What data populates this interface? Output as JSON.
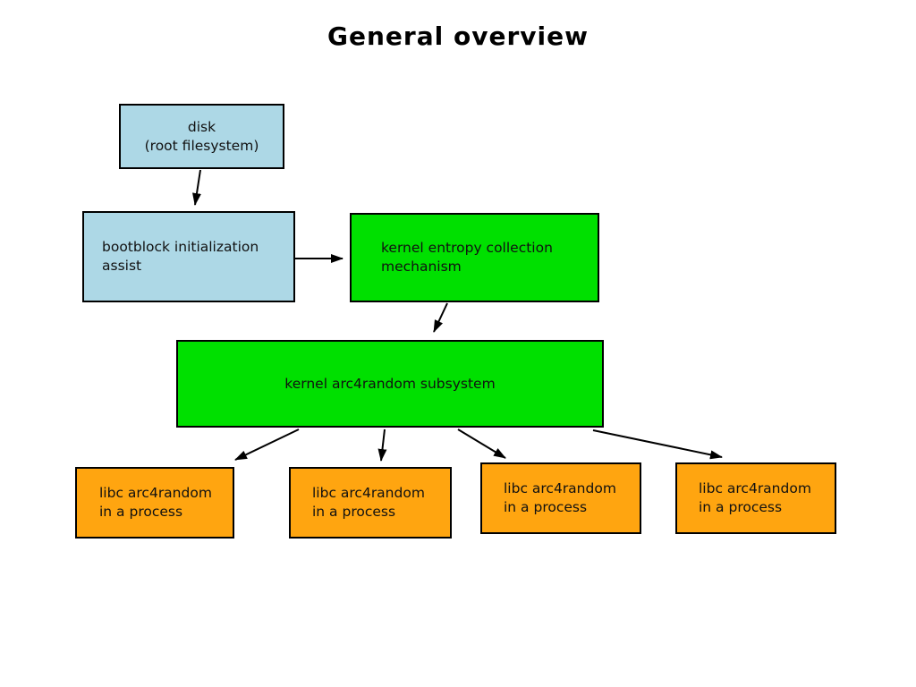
{
  "title": "General overview",
  "colors": {
    "lightblue": "#add8e6",
    "green": "#00e000",
    "orange": "#ffa510",
    "border": "#000000",
    "arrow": "#000000",
    "background": "#ffffff",
    "text": "#111111"
  },
  "nodes": [
    {
      "id": "disk",
      "label": "disk\n(root filesystem)",
      "fill": "lightblue"
    },
    {
      "id": "bootblock",
      "label": "bootblock initialization\nassist",
      "fill": "lightblue"
    },
    {
      "id": "entropy",
      "label": "kernel entropy collection\nmechanism",
      "fill": "green"
    },
    {
      "id": "arc4",
      "label": "kernel arc4random subsystem",
      "fill": "green"
    },
    {
      "id": "libc1",
      "label": "libc arc4random\nin a process",
      "fill": "orange"
    },
    {
      "id": "libc2",
      "label": "libc arc4random\nin a process",
      "fill": "orange"
    },
    {
      "id": "libc3",
      "label": "libc arc4random\nin a process",
      "fill": "orange"
    },
    {
      "id": "libc4",
      "label": "libc arc4random\nin a process",
      "fill": "orange"
    }
  ],
  "edges": [
    {
      "from": "disk",
      "to": "bootblock"
    },
    {
      "from": "bootblock",
      "to": "entropy"
    },
    {
      "from": "entropy",
      "to": "arc4"
    },
    {
      "from": "arc4",
      "to": "libc1"
    },
    {
      "from": "arc4",
      "to": "libc2"
    },
    {
      "from": "arc4",
      "to": "libc3"
    },
    {
      "from": "arc4",
      "to": "libc4"
    }
  ]
}
